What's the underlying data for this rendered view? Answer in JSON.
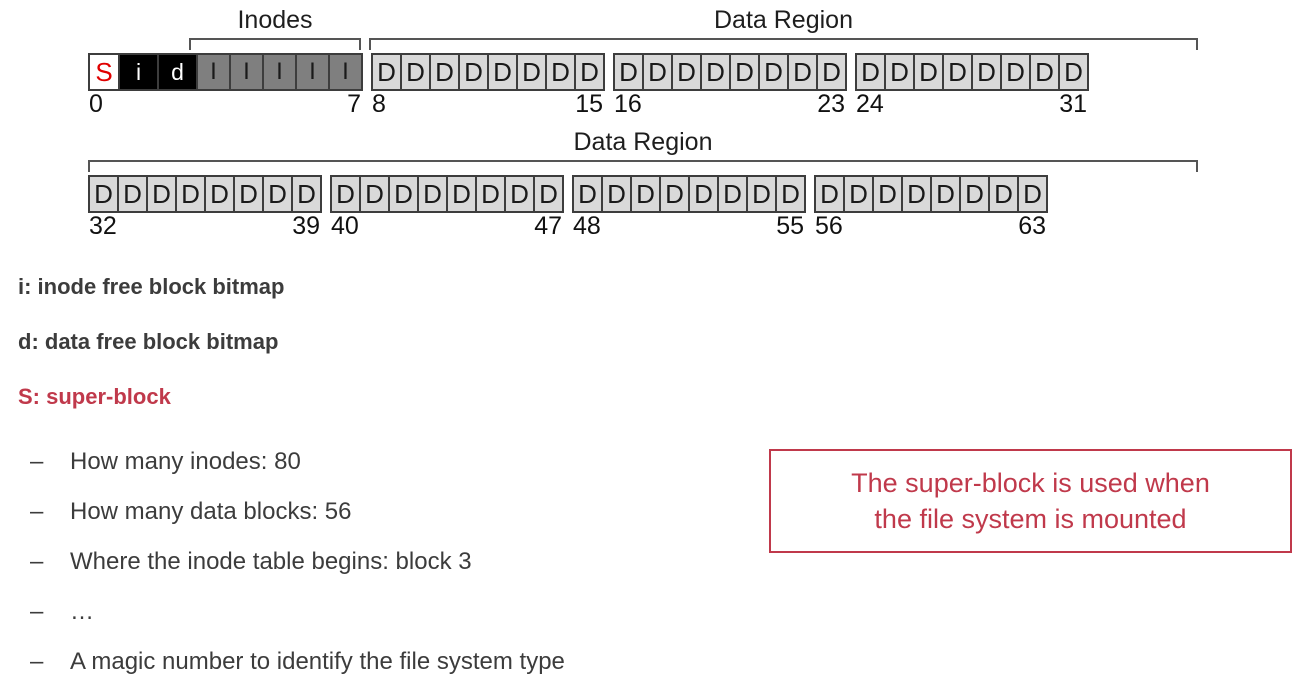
{
  "diagram": {
    "rows": [
      {
        "spans": [
          {
            "label": "Inodes"
          },
          {
            "label": "Data Region"
          }
        ],
        "groups": [
          {
            "start": "0",
            "end": "7",
            "cells": [
              {
                "glyph": "S",
                "kind": "super"
              },
              {
                "glyph": "i",
                "kind": "bitmap"
              },
              {
                "glyph": "d",
                "kind": "bitmap"
              },
              {
                "glyph": "I",
                "kind": "inode"
              },
              {
                "glyph": "I",
                "kind": "inode"
              },
              {
                "glyph": "I",
                "kind": "inode"
              },
              {
                "glyph": "I",
                "kind": "inode"
              },
              {
                "glyph": "I",
                "kind": "inode"
              }
            ]
          },
          {
            "start": "8",
            "end": "15",
            "cells": [
              {
                "glyph": "D",
                "kind": "data"
              },
              {
                "glyph": "D",
                "kind": "data"
              },
              {
                "glyph": "D",
                "kind": "data"
              },
              {
                "glyph": "D",
                "kind": "data"
              },
              {
                "glyph": "D",
                "kind": "data"
              },
              {
                "glyph": "D",
                "kind": "data"
              },
              {
                "glyph": "D",
                "kind": "data"
              },
              {
                "glyph": "D",
                "kind": "data"
              }
            ]
          },
          {
            "start": "16",
            "end": "23",
            "cells": [
              {
                "glyph": "D",
                "kind": "data"
              },
              {
                "glyph": "D",
                "kind": "data"
              },
              {
                "glyph": "D",
                "kind": "data"
              },
              {
                "glyph": "D",
                "kind": "data"
              },
              {
                "glyph": "D",
                "kind": "data"
              },
              {
                "glyph": "D",
                "kind": "data"
              },
              {
                "glyph": "D",
                "kind": "data"
              },
              {
                "glyph": "D",
                "kind": "data"
              }
            ]
          },
          {
            "start": "24",
            "end": "31",
            "cells": [
              {
                "glyph": "D",
                "kind": "data"
              },
              {
                "glyph": "D",
                "kind": "data"
              },
              {
                "glyph": "D",
                "kind": "data"
              },
              {
                "glyph": "D",
                "kind": "data"
              },
              {
                "glyph": "D",
                "kind": "data"
              },
              {
                "glyph": "D",
                "kind": "data"
              },
              {
                "glyph": "D",
                "kind": "data"
              },
              {
                "glyph": "D",
                "kind": "data"
              }
            ]
          }
        ]
      },
      {
        "spans": [
          {
            "label": "Data Region"
          }
        ],
        "groups": [
          {
            "start": "32",
            "end": "39",
            "cells": [
              {
                "glyph": "D",
                "kind": "data"
              },
              {
                "glyph": "D",
                "kind": "data"
              },
              {
                "glyph": "D",
                "kind": "data"
              },
              {
                "glyph": "D",
                "kind": "data"
              },
              {
                "glyph": "D",
                "kind": "data"
              },
              {
                "glyph": "D",
                "kind": "data"
              },
              {
                "glyph": "D",
                "kind": "data"
              },
              {
                "glyph": "D",
                "kind": "data"
              }
            ]
          },
          {
            "start": "40",
            "end": "47",
            "cells": [
              {
                "glyph": "D",
                "kind": "data"
              },
              {
                "glyph": "D",
                "kind": "data"
              },
              {
                "glyph": "D",
                "kind": "data"
              },
              {
                "glyph": "D",
                "kind": "data"
              },
              {
                "glyph": "D",
                "kind": "data"
              },
              {
                "glyph": "D",
                "kind": "data"
              },
              {
                "glyph": "D",
                "kind": "data"
              },
              {
                "glyph": "D",
                "kind": "data"
              }
            ]
          },
          {
            "start": "48",
            "end": "55",
            "cells": [
              {
                "glyph": "D",
                "kind": "data"
              },
              {
                "glyph": "D",
                "kind": "data"
              },
              {
                "glyph": "D",
                "kind": "data"
              },
              {
                "glyph": "D",
                "kind": "data"
              },
              {
                "glyph": "D",
                "kind": "data"
              },
              {
                "glyph": "D",
                "kind": "data"
              },
              {
                "glyph": "D",
                "kind": "data"
              },
              {
                "glyph": "D",
                "kind": "data"
              }
            ]
          },
          {
            "start": "56",
            "end": "63",
            "cells": [
              {
                "glyph": "D",
                "kind": "data"
              },
              {
                "glyph": "D",
                "kind": "data"
              },
              {
                "glyph": "D",
                "kind": "data"
              },
              {
                "glyph": "D",
                "kind": "data"
              },
              {
                "glyph": "D",
                "kind": "data"
              },
              {
                "glyph": "D",
                "kind": "data"
              },
              {
                "glyph": "D",
                "kind": "data"
              },
              {
                "glyph": "D",
                "kind": "data"
              }
            ]
          }
        ]
      }
    ]
  },
  "legend": [
    {
      "text": "i: inode free block bitmap",
      "accent": false
    },
    {
      "text": "d: data free block bitmap",
      "accent": false
    },
    {
      "text": "S: super-block",
      "accent": true
    }
  ],
  "bullets": [
    {
      "dash": "–",
      "text": "How many inodes: 80"
    },
    {
      "dash": "–",
      "text": "How many data blocks: 56"
    },
    {
      "dash": "–",
      "text": "Where the inode table begins: block 3"
    },
    {
      "dash": "–",
      "text": "…"
    },
    {
      "dash": "–",
      "text": "A magic number to identify the file system type"
    }
  ],
  "callout": {
    "line1": "The super-block is used when",
    "line2": "the file system is mounted"
  },
  "colors": {
    "accent": "#c0394b",
    "super_letter": "#e00000",
    "inode_cell": "#7f7f7f",
    "data_cell": "#d9d9d9",
    "bitmap_cell": "#000000",
    "text": "#3c3c3c"
  }
}
